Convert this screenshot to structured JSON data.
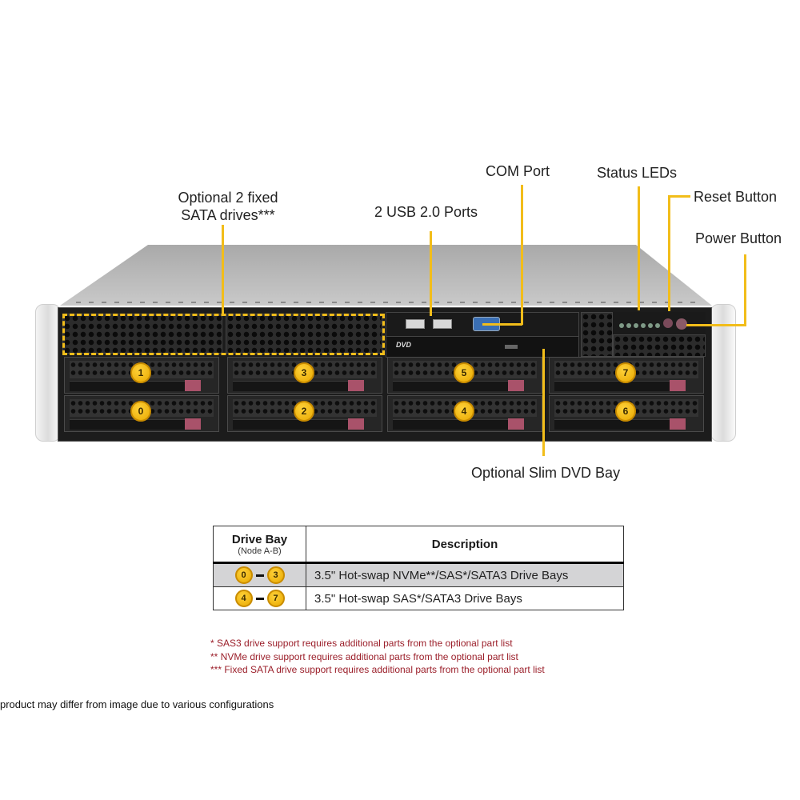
{
  "callouts": {
    "fixed_sata_line1": "Optional 2 fixed",
    "fixed_sata_line2": "SATA drives***",
    "usb": "2 USB 2.0 Ports",
    "com": "COM Port",
    "status_leds": "Status LEDs",
    "reset": "Reset Button",
    "power": "Power Button",
    "dvd": "Optional Slim DVD Bay"
  },
  "server": {
    "dvd_logo": "DVD",
    "bays": [
      {
        "label": "1"
      },
      {
        "label": "3"
      },
      {
        "label": "5"
      },
      {
        "label": "7"
      },
      {
        "label": "0"
      },
      {
        "label": "2"
      },
      {
        "label": "4"
      },
      {
        "label": "6"
      }
    ]
  },
  "colors": {
    "callout_yellow": "#f2bd1a",
    "badge_yellow": "#f5c400",
    "footnote_red": "#9b1f2a",
    "highlight_row": "#d4d4d6"
  },
  "table": {
    "col1_header": "Drive Bay",
    "col1_subheader": "(Node A-B)",
    "col2_header": "Description",
    "rows": [
      {
        "from": "0",
        "to": "3",
        "description": "3.5\" Hot-swap NVMe**/SAS*/SATA3 Drive  Bays"
      },
      {
        "from": "4",
        "to": "7",
        "description": "3.5\" Hot-swap SAS*/SATA3 Drive  Bays"
      }
    ]
  },
  "footnotes": [
    "* SAS3 drive support requires additional parts from the optional part list",
    "** NVMe  drive support requires additional parts from the optional part list",
    "*** Fixed  SATA drive support requires additional parts from the optional part list"
  ],
  "disclaimer": "product may differ from image due to various configurations"
}
